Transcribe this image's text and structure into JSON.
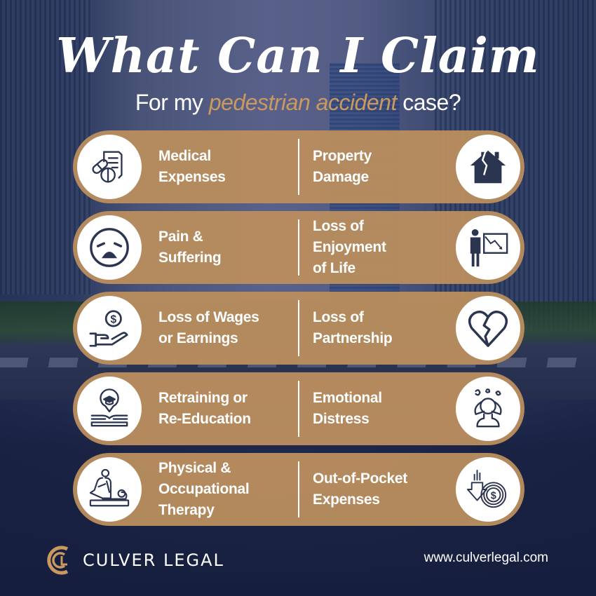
{
  "header": {
    "title": "What Can I Claim",
    "subtitle_prefix": "For my ",
    "subtitle_accent": "pedestrian accident",
    "subtitle_suffix": " case?"
  },
  "colors": {
    "bar": "#b88c5e",
    "accent": "#c9995f",
    "icon": "#2c3550",
    "background": "#1b2340"
  },
  "rows": [
    {
      "left": {
        "label": "Medical\nExpenses",
        "icon": "medical-pills-document-icon"
      },
      "right": {
        "label": "Property\nDamage",
        "icon": "broken-house-icon"
      }
    },
    {
      "left": {
        "label": "Pain &\nSuffering",
        "icon": "sad-face-icon"
      },
      "right": {
        "label": "Loss of\nEnjoyment\nof Life",
        "icon": "person-declining-chart-icon"
      }
    },
    {
      "left": {
        "label": "Loss of Wages\nor Earnings",
        "icon": "hand-dollar-coin-icon"
      },
      "right": {
        "label": "Loss of\nPartnership",
        "icon": "broken-heart-icon"
      }
    },
    {
      "left": {
        "label": "Retraining or\nRe-Education",
        "icon": "book-graduation-cap-icon"
      },
      "right": {
        "label": "Emotional\nDistress",
        "icon": "distressed-person-icon"
      }
    },
    {
      "left": {
        "label": "Physical &\nOccupational\nTherapy",
        "icon": "massage-therapy-icon"
      },
      "right": {
        "label": "Out-of-Pocket\nExpenses",
        "icon": "money-down-arrow-icon"
      }
    }
  ],
  "footer": {
    "brand": "CULVER LEGAL",
    "url": "www.culverlegal.com"
  }
}
